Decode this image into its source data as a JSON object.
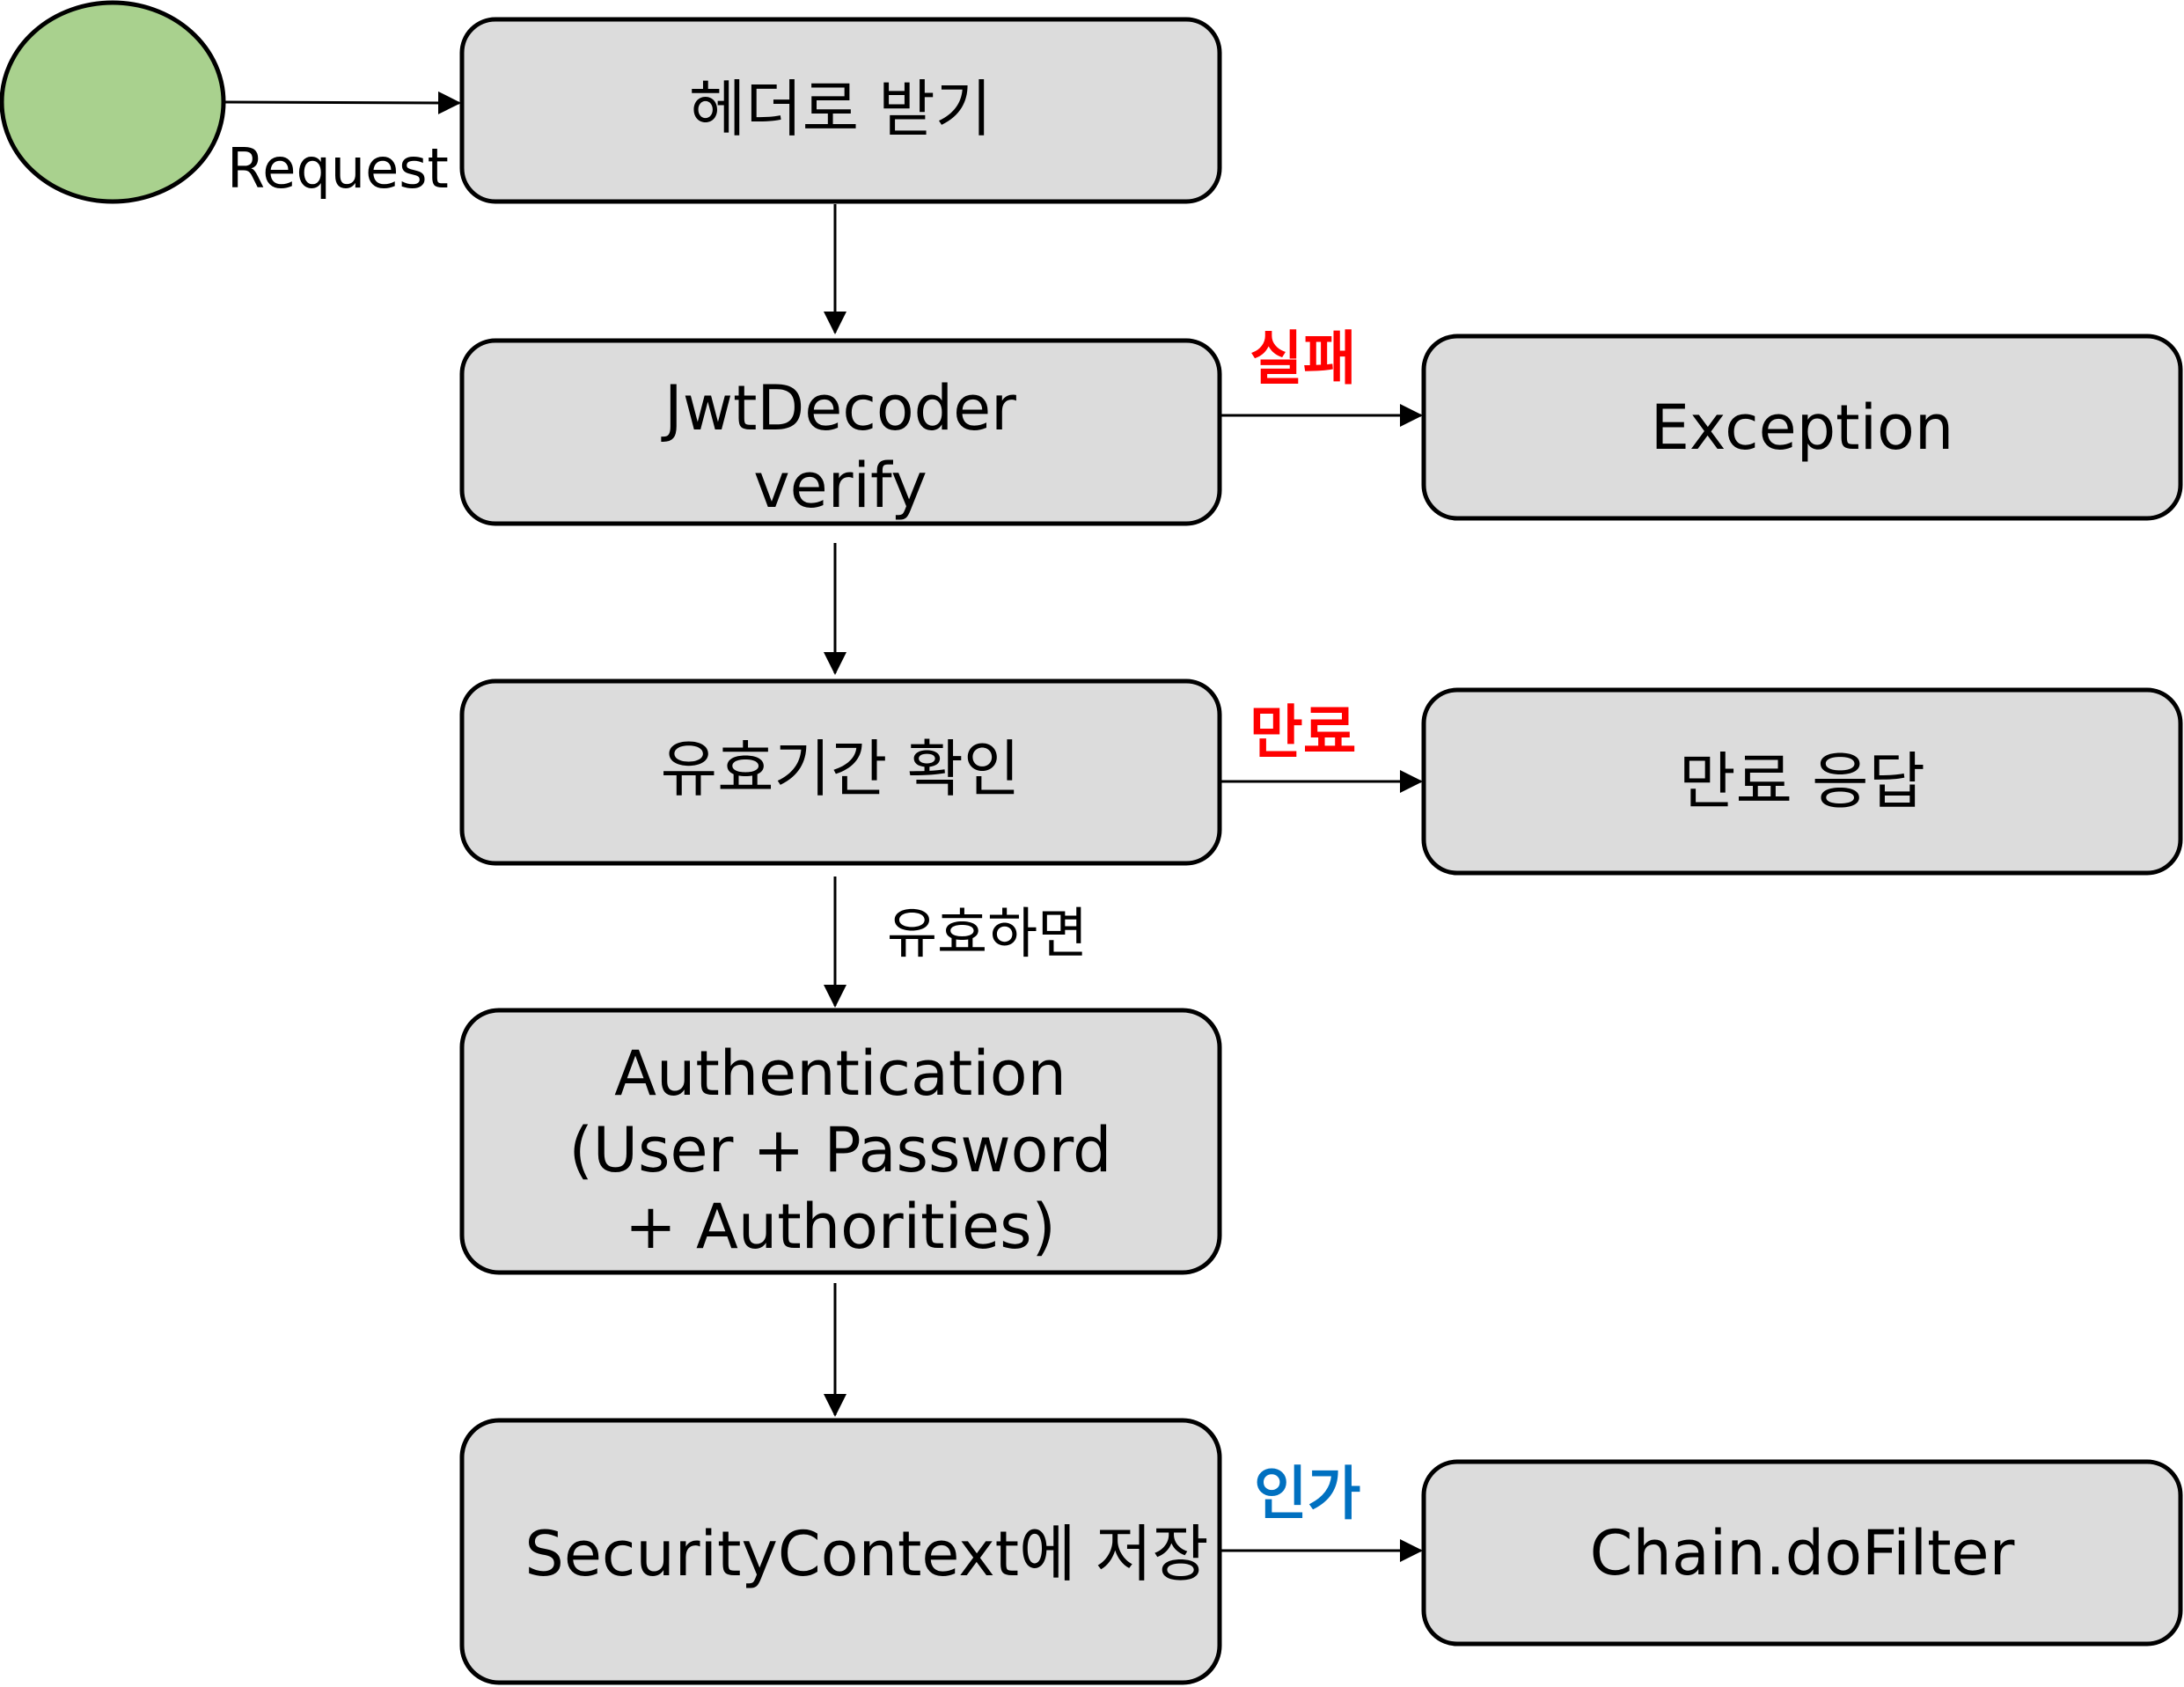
{
  "colors": {
    "box_fill": "#dcdcdc",
    "box_stroke": "#000000",
    "start_fill": "#a9d18e",
    "fail_label": "#ff0000",
    "expire_label": "#ff0000",
    "authorize_label": "#0070c0",
    "arrow": "#000000"
  },
  "nodes": {
    "start": {
      "shape": "ellipse"
    },
    "header": {
      "label": "헤더로 받기"
    },
    "decoder": {
      "line1": "JwtDecoder",
      "line2": "verify"
    },
    "validity": {
      "label": "유효기간 확인"
    },
    "authentication": {
      "line1": "Authentication",
      "line2": "(User + Password",
      "line3": "+ Authorities)"
    },
    "save": {
      "label": "SecurityContext에 저장"
    },
    "exception": {
      "label": "Exception"
    },
    "expired_response": {
      "label": "만료 응답"
    },
    "chain": {
      "label": "Chain.doFilter"
    }
  },
  "edges": {
    "request": {
      "label": "Request"
    },
    "fail": {
      "label": "실패"
    },
    "expired": {
      "label": "만료"
    },
    "valid": {
      "label": "유효하면"
    },
    "authorize": {
      "label": "인가"
    }
  }
}
